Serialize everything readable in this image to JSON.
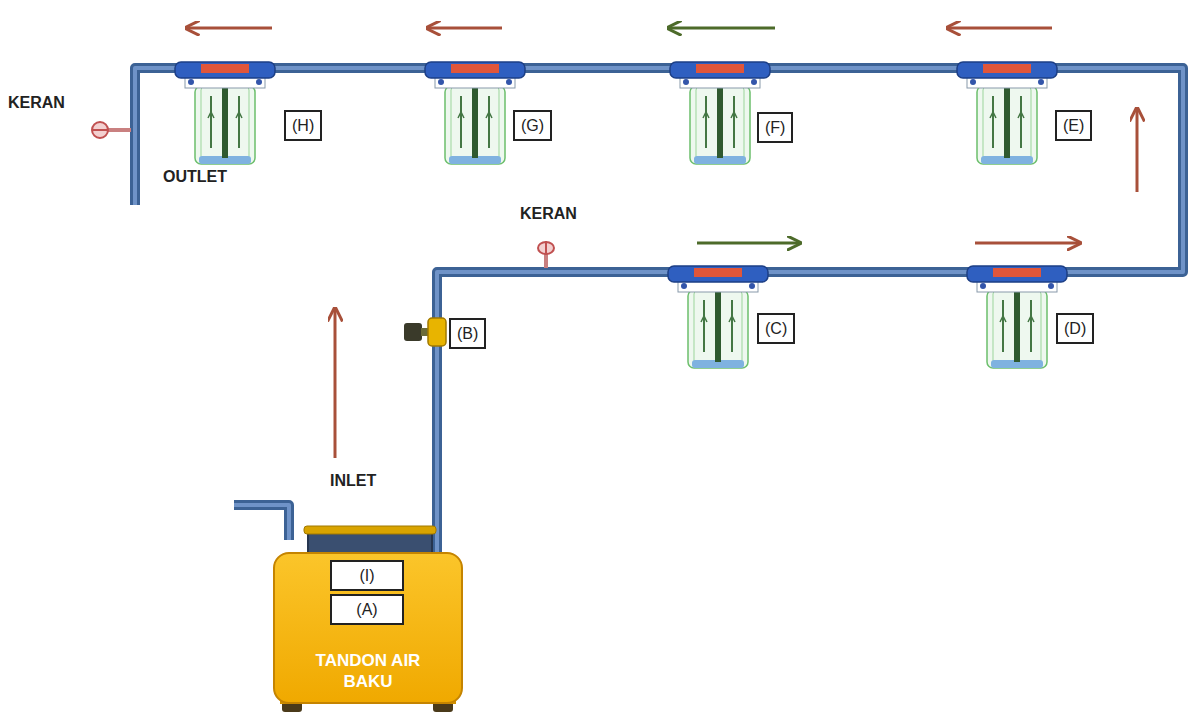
{
  "diagram": {
    "nodes": [
      {
        "text": [
          "(H)"
        ]
      },
      {
        "text": [
          "(G)"
        ]
      },
      {
        "text": [
          "(F)"
        ]
      },
      {
        "text": [
          "(E)"
        ]
      },
      {
        "text": [
          "(B)"
        ]
      },
      {
        "text": [
          "(C)"
        ]
      },
      {
        "text": [
          "(D)"
        ]
      },
      {
        "text": [
          "TANDON AIR BAKU"
        ]
      },
      {
        "text": [
          "(I)"
        ],
        "in": 7
      },
      {
        "text": [
          "(A)"
        ],
        "in": 7
      }
    ],
    "labels": [
      "KERAN",
      "OUTLET",
      "KERAN",
      "INLET"
    ]
  }
}
